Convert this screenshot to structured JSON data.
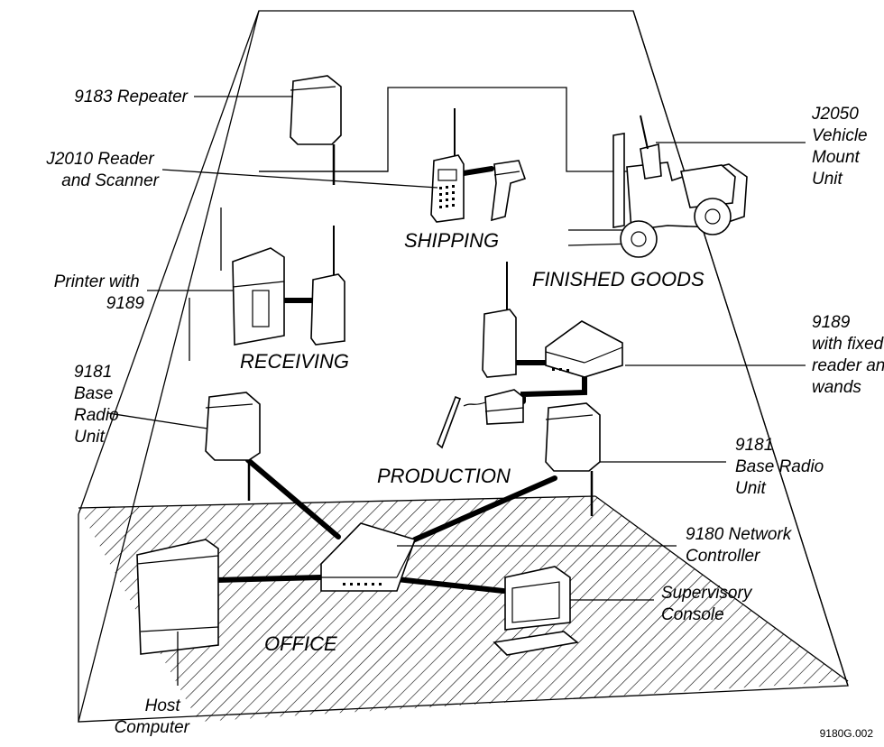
{
  "areas": {
    "shipping": "SHIPPING",
    "finished_goods": "FINISHED GOODS",
    "receiving": "RECEIVING",
    "production": "PRODUCTION",
    "office": "OFFICE"
  },
  "callouts": {
    "repeater": [
      "9183 Repeater"
    ],
    "reader_scanner": [
      "J2010  Reader",
      "and Scanner"
    ],
    "printer": [
      "Printer with",
      "9189"
    ],
    "base_radio_left": [
      "9181",
      "Base",
      "Radio",
      "Unit"
    ],
    "vehicle_mount": [
      "J2050",
      "Vehicle",
      "Mount",
      "Unit"
    ],
    "fixed_reader": [
      "9189",
      "with fixed",
      "reader and",
      "wands"
    ],
    "base_radio_right": [
      "9181",
      "Base Radio",
      "Unit"
    ],
    "network_controller": [
      "9180 Network",
      "Controller"
    ],
    "supervisory_console": [
      "Supervisory",
      "Console"
    ],
    "host_computer": [
      "Host",
      "Computer"
    ]
  },
  "figure_id": "9180G.002"
}
